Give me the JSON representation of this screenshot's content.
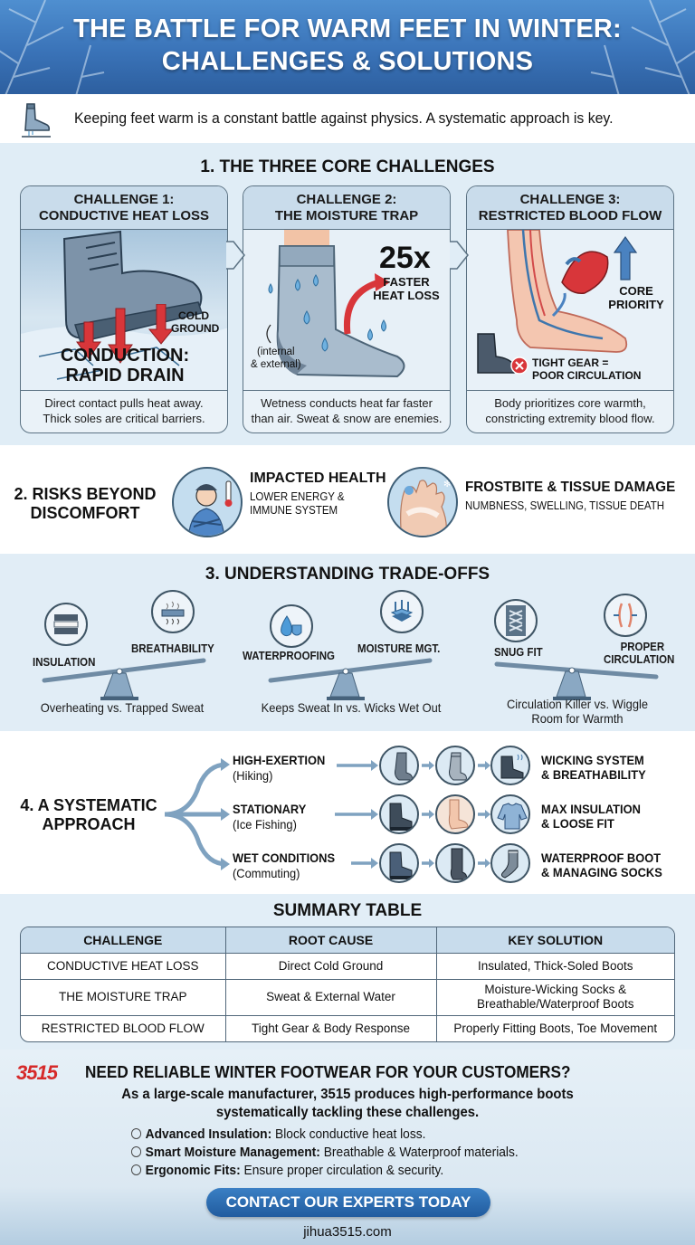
{
  "header": {
    "title_line1": "THE BATTLE FOR WARM FEET IN WINTER:",
    "title_line2": "CHALLENGES & SOLUTIONS",
    "intro_icon": "boot-icon",
    "intro": "Keeping feet warm is a constant battle against physics. A systematic approach is key."
  },
  "challenges": {
    "title": "1. THE THREE CORE CHALLENGES",
    "cards": [
      {
        "heading_line1": "CHALLENGE 1:",
        "heading_line2": "CONDUCTIVE HEAT LOSS",
        "label_small": "COLD GROUND",
        "label_big_line1": "CONDUCTION:",
        "label_big_line2": "RAPID DRAIN",
        "caption_line1": "Direct contact pulls heat away.",
        "caption_line2": "Thick soles are critical barriers."
      },
      {
        "heading_line1": "CHALLENGE 2:",
        "heading_line2": "THE MOISTURE TRAP",
        "stat": "25x",
        "stat_label_line1": "FASTER",
        "stat_label_line2": "HEAT LOSS",
        "note_line1": "(internal",
        "note_line2": "& external)",
        "caption_line1": "Wetness conducts heat far faster",
        "caption_line2": "than air. Sweat & snow are enemies."
      },
      {
        "heading_line1": "CHALLENGE 3:",
        "heading_line2": "RESTRICTED BLOOD FLOW",
        "label_core_line1": "CORE",
        "label_core_line2": "PRIORITY",
        "label_tight_line1": "TIGHT GEAR =",
        "label_tight_line2": "POOR CIRCULATION",
        "caption_line1": "Body prioritizes core warmth,",
        "caption_line2": "constricting extremity blood flow."
      }
    ]
  },
  "risks": {
    "title_line1": "2. RISKS BEYOND",
    "title_line2": "DISCOMFORT",
    "items": [
      {
        "icon": "cold-person-icon",
        "title": "IMPACTED HEALTH",
        "sub_line1": "LOWER ENERGY &",
        "sub_line2": "IMMUNE SYSTEM"
      },
      {
        "icon": "frostbite-foot-icon",
        "title": "FROSTBITE & TISSUE DAMAGE",
        "sub_line1": "NUMBNESS, SWELLING, TISSUE DEATH"
      }
    ]
  },
  "tradeoffs": {
    "title": "3. UNDERSTANDING TRADE-OFFS",
    "pairs": [
      {
        "left": "INSULATION",
        "right": "BREATHABILITY",
        "left_icon": "insulation-layers-icon",
        "right_icon": "breathable-mesh-icon",
        "caption": "Overheating vs. Trapped Sweat"
      },
      {
        "left": "WATERPROOFING",
        "right": "MOISTURE MGT.",
        "left_icon": "water-shield-icon",
        "right_icon": "wicking-layers-icon",
        "caption": "Keeps Sweat In vs. Wicks Wet Out"
      },
      {
        "left": "SNUG FIT",
        "right_line1": "PROPER",
        "right_line2": "CIRCULATION",
        "left_icon": "laces-icon",
        "right_icon": "circulation-icon",
        "caption_line1": "Circulation Killer vs. Wiggle",
        "caption_line2": "Room for Warmth"
      }
    ]
  },
  "approach": {
    "title_line1": "4. A SYSTEMATIC",
    "title_line2": "APPROACH",
    "rows": [
      {
        "condition": "HIGH-EXERTION",
        "example": "(Hiking)",
        "icons": [
          "thin-sock-icon",
          "wool-sock-icon",
          "breathable-boot-icon"
        ],
        "result_line1": "WICKING SYSTEM",
        "result_line2": "& BREATHABILITY"
      },
      {
        "condition": "STATIONARY",
        "example": "(Ice Fishing)",
        "icons": [
          "insulated-boot-icon",
          "warm-foot-icon",
          "sweater-icon"
        ],
        "result_line1": "MAX INSULATION",
        "result_line2": "& LOOSE FIT"
      },
      {
        "condition": "WET CONDITIONS",
        "example": "(Commuting)",
        "icons": [
          "waterproof-boot-icon",
          "dark-sock-icon",
          "managing-sock-icon"
        ],
        "result_line1": "WATERPROOF BOOT",
        "result_line2": "& MANAGING SOCKS"
      }
    ]
  },
  "summary": {
    "title": "SUMMARY TABLE",
    "columns": [
      "CHALLENGE",
      "ROOT CAUSE",
      "KEY SOLUTION"
    ],
    "rows": [
      [
        "CONDUCTIVE HEAT LOSS",
        "Direct Cold Ground",
        "Insulated, Thick-Soled Boots"
      ],
      [
        "THE MOISTURE TRAP",
        "Sweat & External Water",
        "Moisture-Wicking Socks &",
        "Breathable/Waterproof Boots"
      ],
      [
        "RESTRICTED BLOOD FLOW",
        "Tight Gear & Body Response",
        "Properly Fitting Boots, Toe Movement"
      ]
    ]
  },
  "cta": {
    "logo": "3515",
    "headline": "NEED RELIABLE WINTER FOOTWEAR FOR YOUR CUSTOMERS?",
    "para_line1": "As a large-scale manufacturer, 3515 produces high-performance boots",
    "para_line2": "systematically tackling these challenges.",
    "bullets": [
      {
        "bold": "Advanced Insulation:",
        "text": " Block conductive heat loss."
      },
      {
        "bold": "Smart Moisture Management:",
        "text": " Breathable & Waterproof materials."
      },
      {
        "bold": "Ergonomic Fits:",
        "text": " Ensure proper circulation & security."
      }
    ],
    "button": "CONTACT OUR EXPERTS TODAY",
    "url": "jihua3515.com"
  },
  "colors": {
    "header_blue": "#3a73b8",
    "section_bg": "#e0edf6",
    "card_header": "#c9dceb",
    "arrow_red": "#d8363a",
    "logo_red": "#d62a2a",
    "button_blue": "#2a68ad",
    "border": "#5b7283"
  }
}
